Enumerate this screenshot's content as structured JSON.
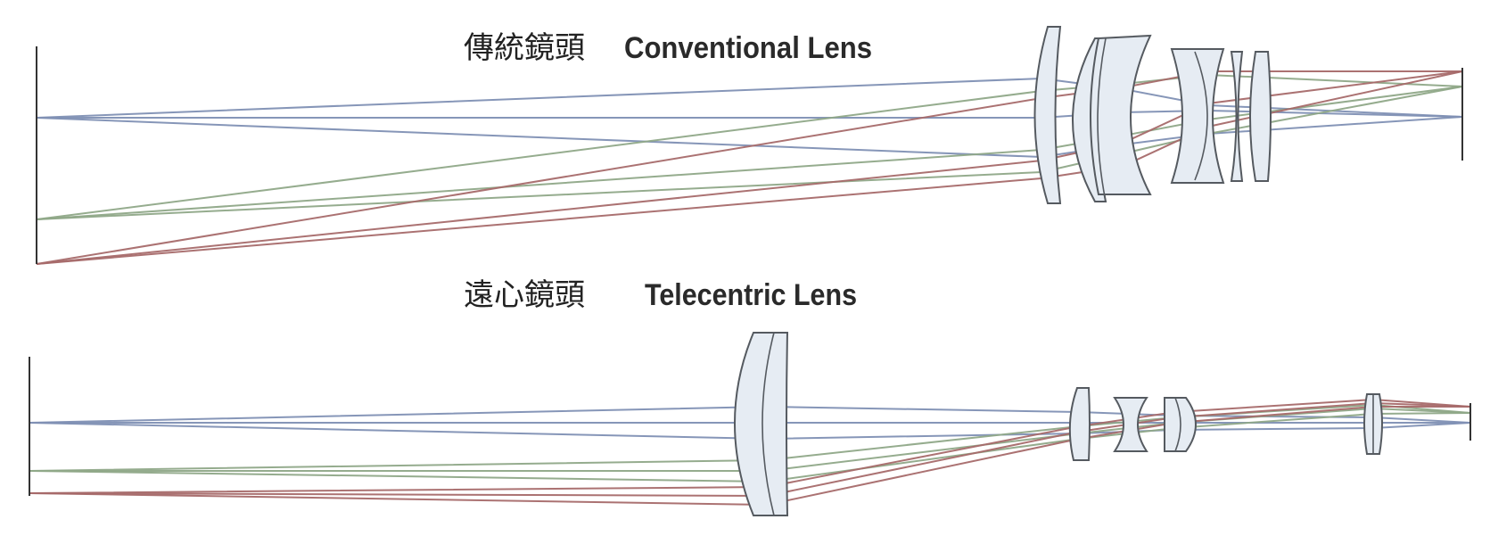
{
  "colors": {
    "ray_blue": "#7f90b4",
    "ray_green": "#8fa888",
    "ray_red": "#a66a6a",
    "lens_fill": "#e6ecf3",
    "lens_edge": "#555a60"
  },
  "conventional": {
    "title_zh": "傳統鏡頭",
    "title_en": "Conventional Lens"
  },
  "telecentric": {
    "title_zh": "遠心鏡頭",
    "title_en": "Telecentric Lens"
  }
}
